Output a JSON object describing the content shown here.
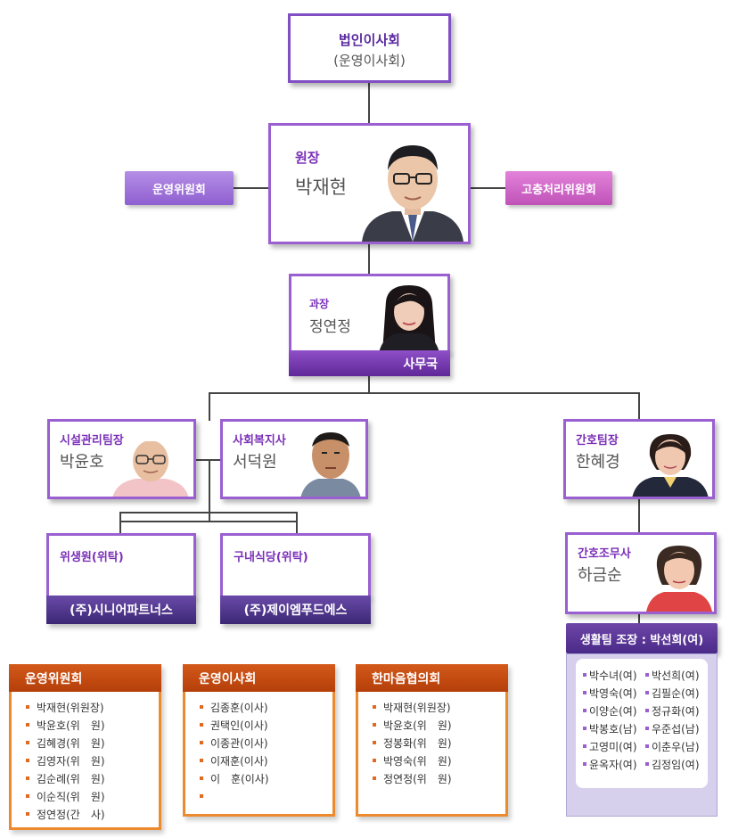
{
  "board": {
    "title": "법인이사회",
    "subtitle": "(운영이사회)"
  },
  "director": {
    "role": "원장",
    "name": "박재현"
  },
  "side_left": "운영위원회",
  "side_right": "고충처리위원회",
  "manager": {
    "role": "과장",
    "name": "정연정",
    "department": "사무국"
  },
  "staff": [
    {
      "role": "시설관리팀장",
      "name": "박윤호"
    },
    {
      "role": "사회복지사",
      "name": "서덕원"
    },
    {
      "role": "간호팀장",
      "name": "한혜경"
    },
    {
      "role": "간호조무사",
      "name": "하금순"
    }
  ],
  "contractors": [
    {
      "role": "위생원(위탁)",
      "company": "(주)시니어파트너스"
    },
    {
      "role": "구내식당(위탁)",
      "company": "(주)제이엠푸드에스"
    }
  ],
  "life_team": {
    "title": "생활팀 조장 : 박선희(여)",
    "left": [
      "박수녀(여)",
      "박영숙(여)",
      "이양순(여)",
      "박봉호(남)",
      "고영미(여)",
      "윤옥자(여)"
    ],
    "right": [
      "박선희(여)",
      "김필순(여)",
      "정규화(여)",
      "우준섭(남)",
      "이춘우(남)",
      "김정임(여)"
    ]
  },
  "committees": [
    {
      "title": "운영위원회",
      "members": [
        "박재현(위원장)",
        "박윤호(위　원)",
        "김혜경(위　원)",
        "김영자(위　원)",
        "김순례(위　원)",
        "이순직(위　원)",
        "정연정(간　사)"
      ]
    },
    {
      "title": "운영이사회",
      "members": [
        "김종훈(이사)",
        "권택인(이사)",
        "이종관(이사)",
        "이재훈(이사)",
        "이　훈(이사)",
        ""
      ]
    },
    {
      "title": "한마음협의회",
      "members": [
        "박재현(위원장)",
        "박윤호(위　원)",
        "정봉화(위　원)",
        "박영숙(위　원)",
        "정연정(위　원)"
      ]
    }
  ],
  "colors": {
    "purple": "#7a2fb8",
    "border": "#9a5fd0",
    "orange": "#ee8a2e",
    "navy": "#3b2875"
  }
}
